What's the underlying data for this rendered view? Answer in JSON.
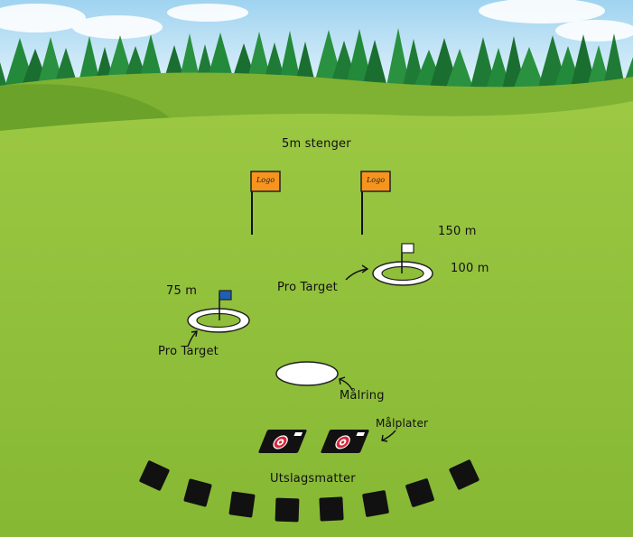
{
  "labels": {
    "stenger": "5m  stenger",
    "m150": "150 m",
    "m100": "100 m",
    "m75": "75 m",
    "pro_target_1": "Pro  Target",
    "pro_target_2": "Pro Target",
    "malring": "Målring",
    "malplater": "Målplater",
    "utslagsmatter": "Utslagsmatter"
  },
  "flag_logo_text": "Logo",
  "icons": [
    "orange-flag-icon",
    "white-flag-icon",
    "blue-flag-icon",
    "target-ring-icon",
    "target-plate-icon",
    "tee-mat-icon",
    "arrow-icon"
  ],
  "colors": {
    "sky": "#cfe9f7",
    "grass": "#8fbf3a",
    "hill": "#78b130",
    "trees": "#1f7a35",
    "orange_flag": "#f7941d",
    "blue_flag": "#1f5fb3",
    "mat": "#111111",
    "plate_red": "#d6283a"
  }
}
